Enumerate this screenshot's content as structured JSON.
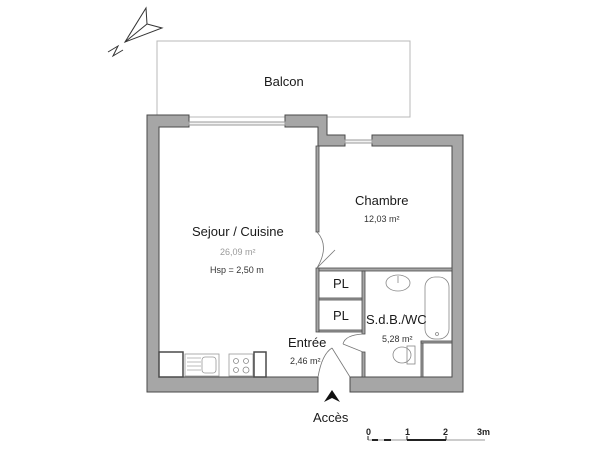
{
  "colors": {
    "wall_fill": "#a6a6a6",
    "wall_stroke": "#4a4a4a",
    "thin_line": "#b5b5b5",
    "text": "#1a1a1a"
  },
  "compass": {
    "label": "N",
    "icon": "north-arrow-icon"
  },
  "rooms": {
    "balcon": {
      "name": "Balcon"
    },
    "sejour": {
      "name": "Sejour / Cuisine",
      "area": "26,09 m²",
      "height": "Hsp = 2,50 m"
    },
    "chambre": {
      "name": "Chambre",
      "area": "12,03 m²"
    },
    "pl1": {
      "name": "PL"
    },
    "pl2": {
      "name": "PL"
    },
    "sdb": {
      "name": "S.d.B./WC",
      "area": "5,28 m²"
    },
    "entree": {
      "name": "Entrée",
      "area": "2,46 m²"
    }
  },
  "access": {
    "label": "Accès",
    "icon": "access-arrow-icon"
  },
  "scale_bar": {
    "ticks": [
      "0",
      "1",
      "2",
      "3m"
    ]
  }
}
